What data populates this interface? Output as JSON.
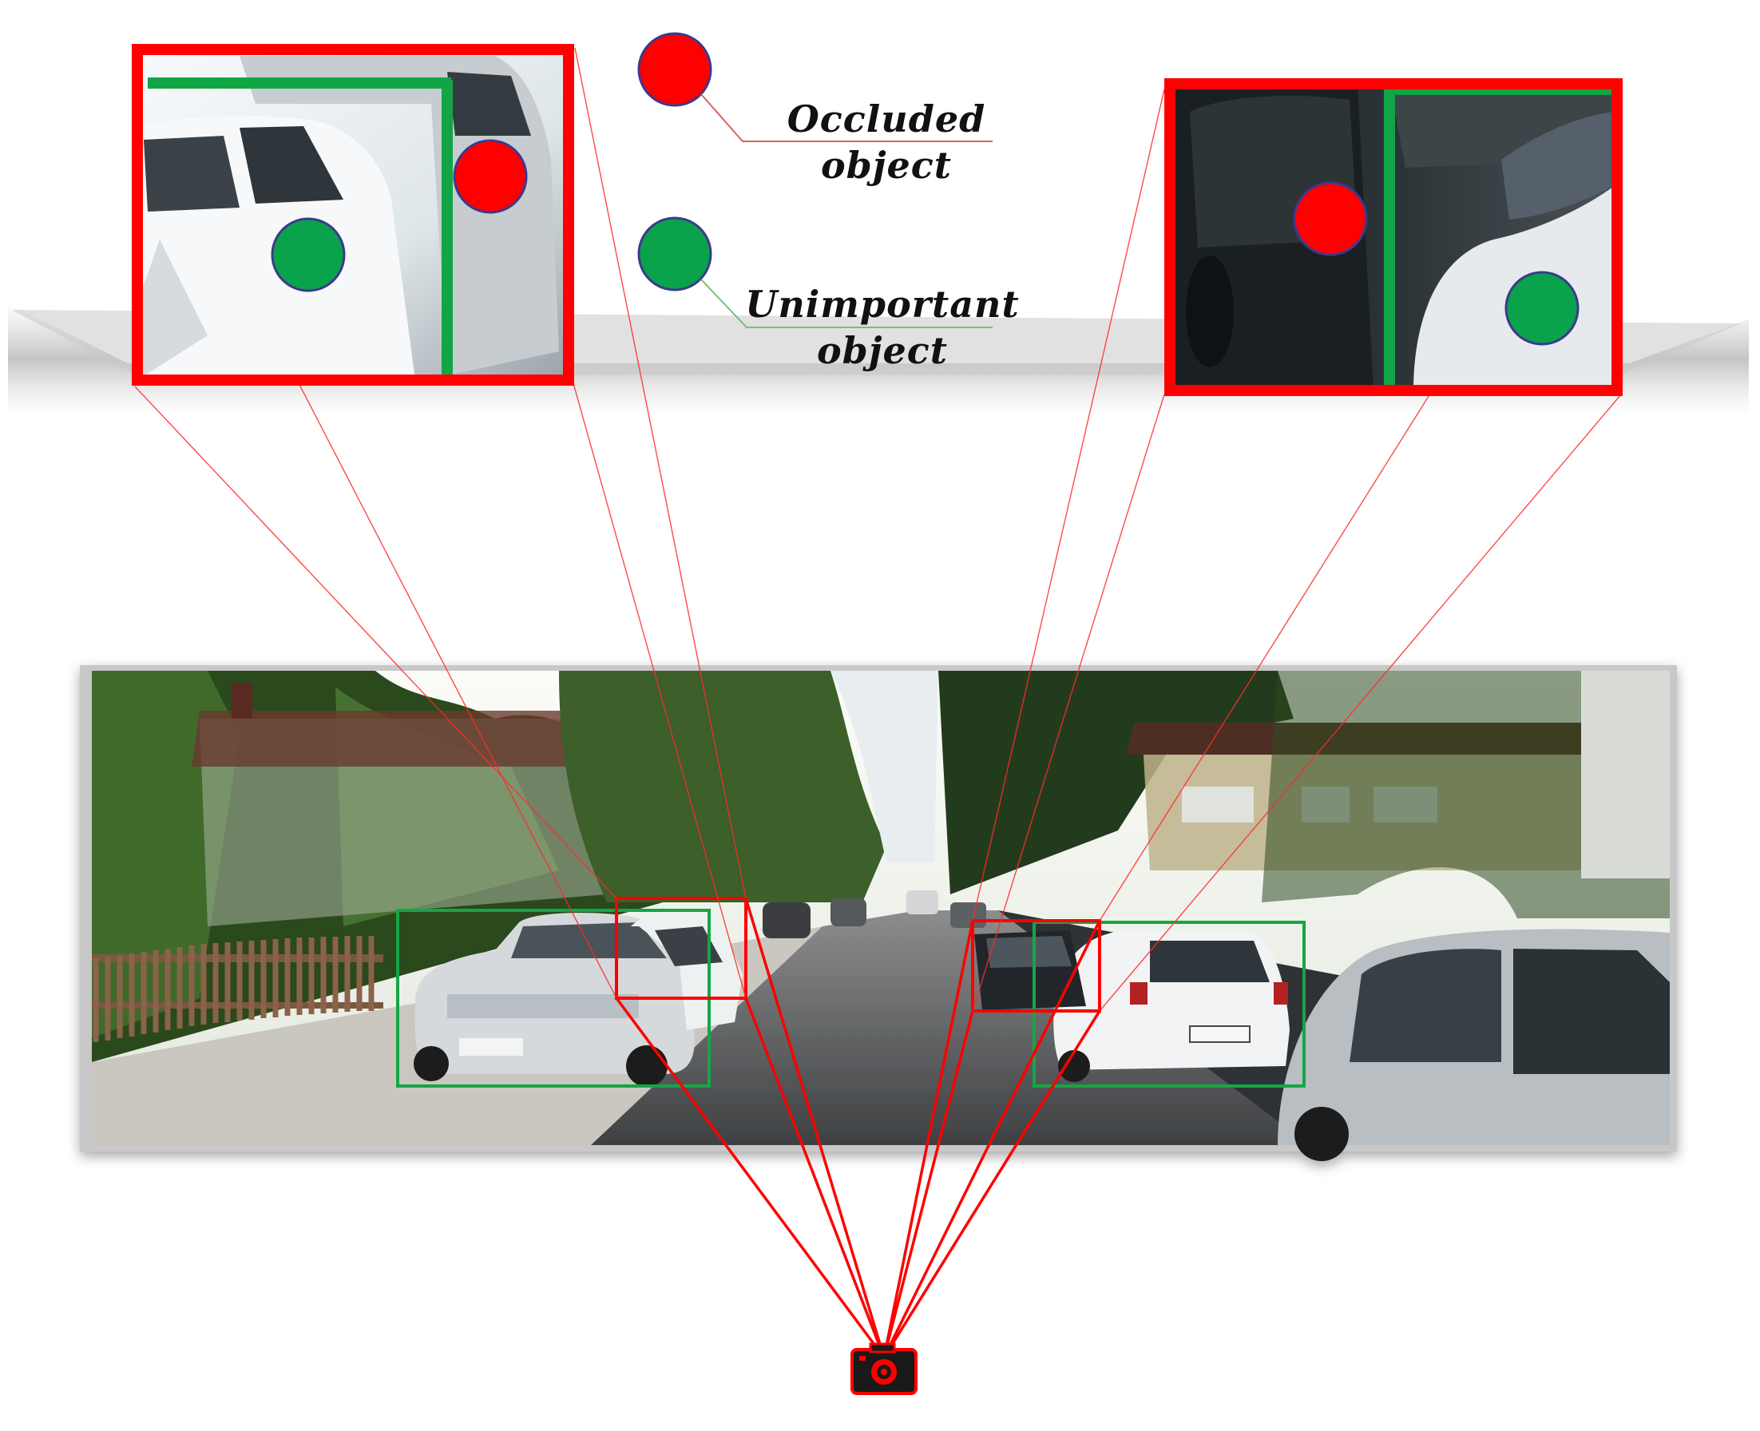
{
  "legend": {
    "occluded": {
      "line1": "Occluded",
      "line2": "object",
      "color": "#ff0000"
    },
    "unimportant": {
      "line1": "Unimportant",
      "line2": "object",
      "color": "#0aa24a"
    }
  },
  "colors": {
    "frame_red": "#ff0000",
    "box_green": "#12a546",
    "marker_outline": "#3a3a8c",
    "sky": "#f4f6f2",
    "road": "#5c5e60",
    "foliage": "#2f4b22"
  },
  "scene": {
    "camera_icon": "camera-icon",
    "inset_left_icon": "occlusion-zoom-left",
    "inset_right_icon": "occlusion-zoom-right"
  }
}
